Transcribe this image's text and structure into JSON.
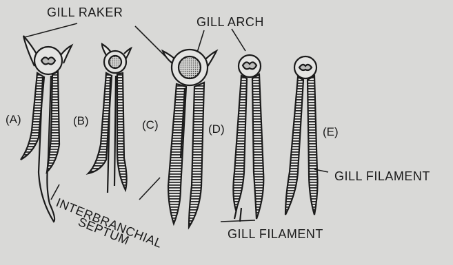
{
  "labels": {
    "gill_raker": "GILL RAKER",
    "gill_arch": "GILL ARCH",
    "gill_filament_right": "GILL FILAMENT",
    "gill_filament_bottom": "GILL FILAMENT",
    "interbranchial_line1": "INTERBRANCHIAL",
    "interbranchial_line2": "SEPTUM"
  },
  "panels": [
    {
      "letter": "(A)"
    },
    {
      "letter": "(B)"
    },
    {
      "letter": "(C)"
    },
    {
      "letter": "(D)"
    },
    {
      "letter": "(E)"
    }
  ],
  "colors": {
    "background": "#d9d9d7",
    "ink": "#1b1b1b"
  }
}
